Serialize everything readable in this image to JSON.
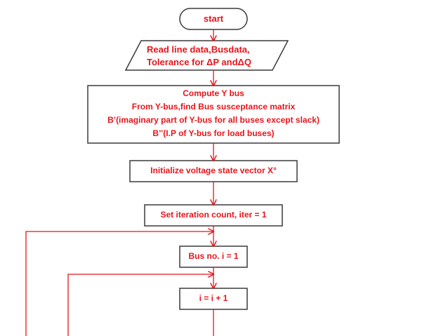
{
  "diagram": {
    "colors": {
      "text": "#e8141b",
      "shape_stroke": "#3a3a3a",
      "arrow": "#e8141b",
      "background": "#ffffff"
    },
    "nodes": {
      "start": {
        "shape": "terminator",
        "text": "start"
      },
      "read_data": {
        "shape": "parallelogram",
        "lines": [
          "Read line data,Busdata,",
          "Tolerance for ΔP andΔQ"
        ]
      },
      "compute_ybus": {
        "shape": "process",
        "lines": [
          "Compute Y bus",
          "From Y-bus,find Bus susceptance matrix",
          "B’(imaginary part of Y-bus for all buses except slack)",
          "B’’(I.P of Y-bus for load buses)"
        ]
      },
      "init_voltage": {
        "shape": "process",
        "text": "Initialize voltage state vector X°"
      },
      "set_iter": {
        "shape": "process",
        "text": "Set iteration count, iter = 1"
      },
      "bus_no": {
        "shape": "process",
        "text": "Bus no. i = 1"
      },
      "increment": {
        "shape": "process",
        "text": "i = i + 1"
      }
    },
    "edges": [
      {
        "from": "start",
        "to": "read_data"
      },
      {
        "from": "read_data",
        "to": "compute_ybus"
      },
      {
        "from": "compute_ybus",
        "to": "init_voltage"
      },
      {
        "from": "init_voltage",
        "to": "set_iter"
      },
      {
        "from": "set_iter",
        "to": "bus_no"
      },
      {
        "from": "bus_no",
        "to": "increment"
      },
      {
        "from": "loop-return",
        "to": "bus_no"
      },
      {
        "from": "loop-return",
        "to": "increment"
      }
    ]
  }
}
